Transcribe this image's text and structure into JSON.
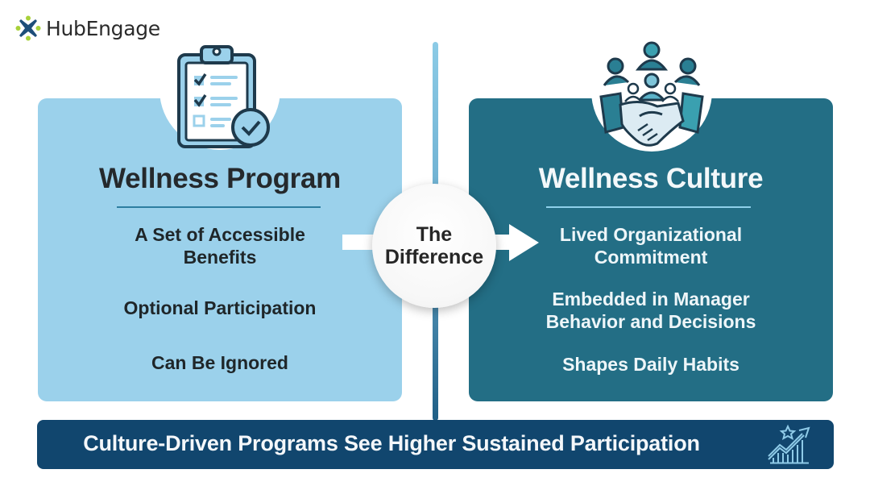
{
  "brand": {
    "name": "HubEngage",
    "logo_icon": "hubengage-x-logo-icon",
    "logo_colors": {
      "x": "#1d4e78",
      "dots": "#a8d13a"
    }
  },
  "center": {
    "line1": "The",
    "line2": "Difference",
    "arrow_icon": "right-arrow-icon"
  },
  "left_panel": {
    "icon": "clipboard-checklist-icon",
    "title": "Wellness Program",
    "points": [
      {
        "line1": "A Set of Accessible",
        "line2": "Benefits"
      },
      {
        "line1": "Optional Participation"
      },
      {
        "line1": "Can Be Ignored"
      }
    ],
    "color": "#9bd1eb"
  },
  "right_panel": {
    "icon": "team-handshake-icon",
    "title": "Wellness Culture",
    "points": [
      {
        "line1": "Lived Organizational",
        "line2": "Commitment"
      },
      {
        "line1": "Embedded in Manager",
        "line2": "Behavior and Decisions"
      },
      {
        "line1": "Shapes Daily Habits"
      }
    ],
    "color": "#236e85"
  },
  "banner": {
    "text": "Culture-Driven Programs See Higher Sustained Participation",
    "icon": "growth-chart-star-icon",
    "color": "#11466e"
  }
}
